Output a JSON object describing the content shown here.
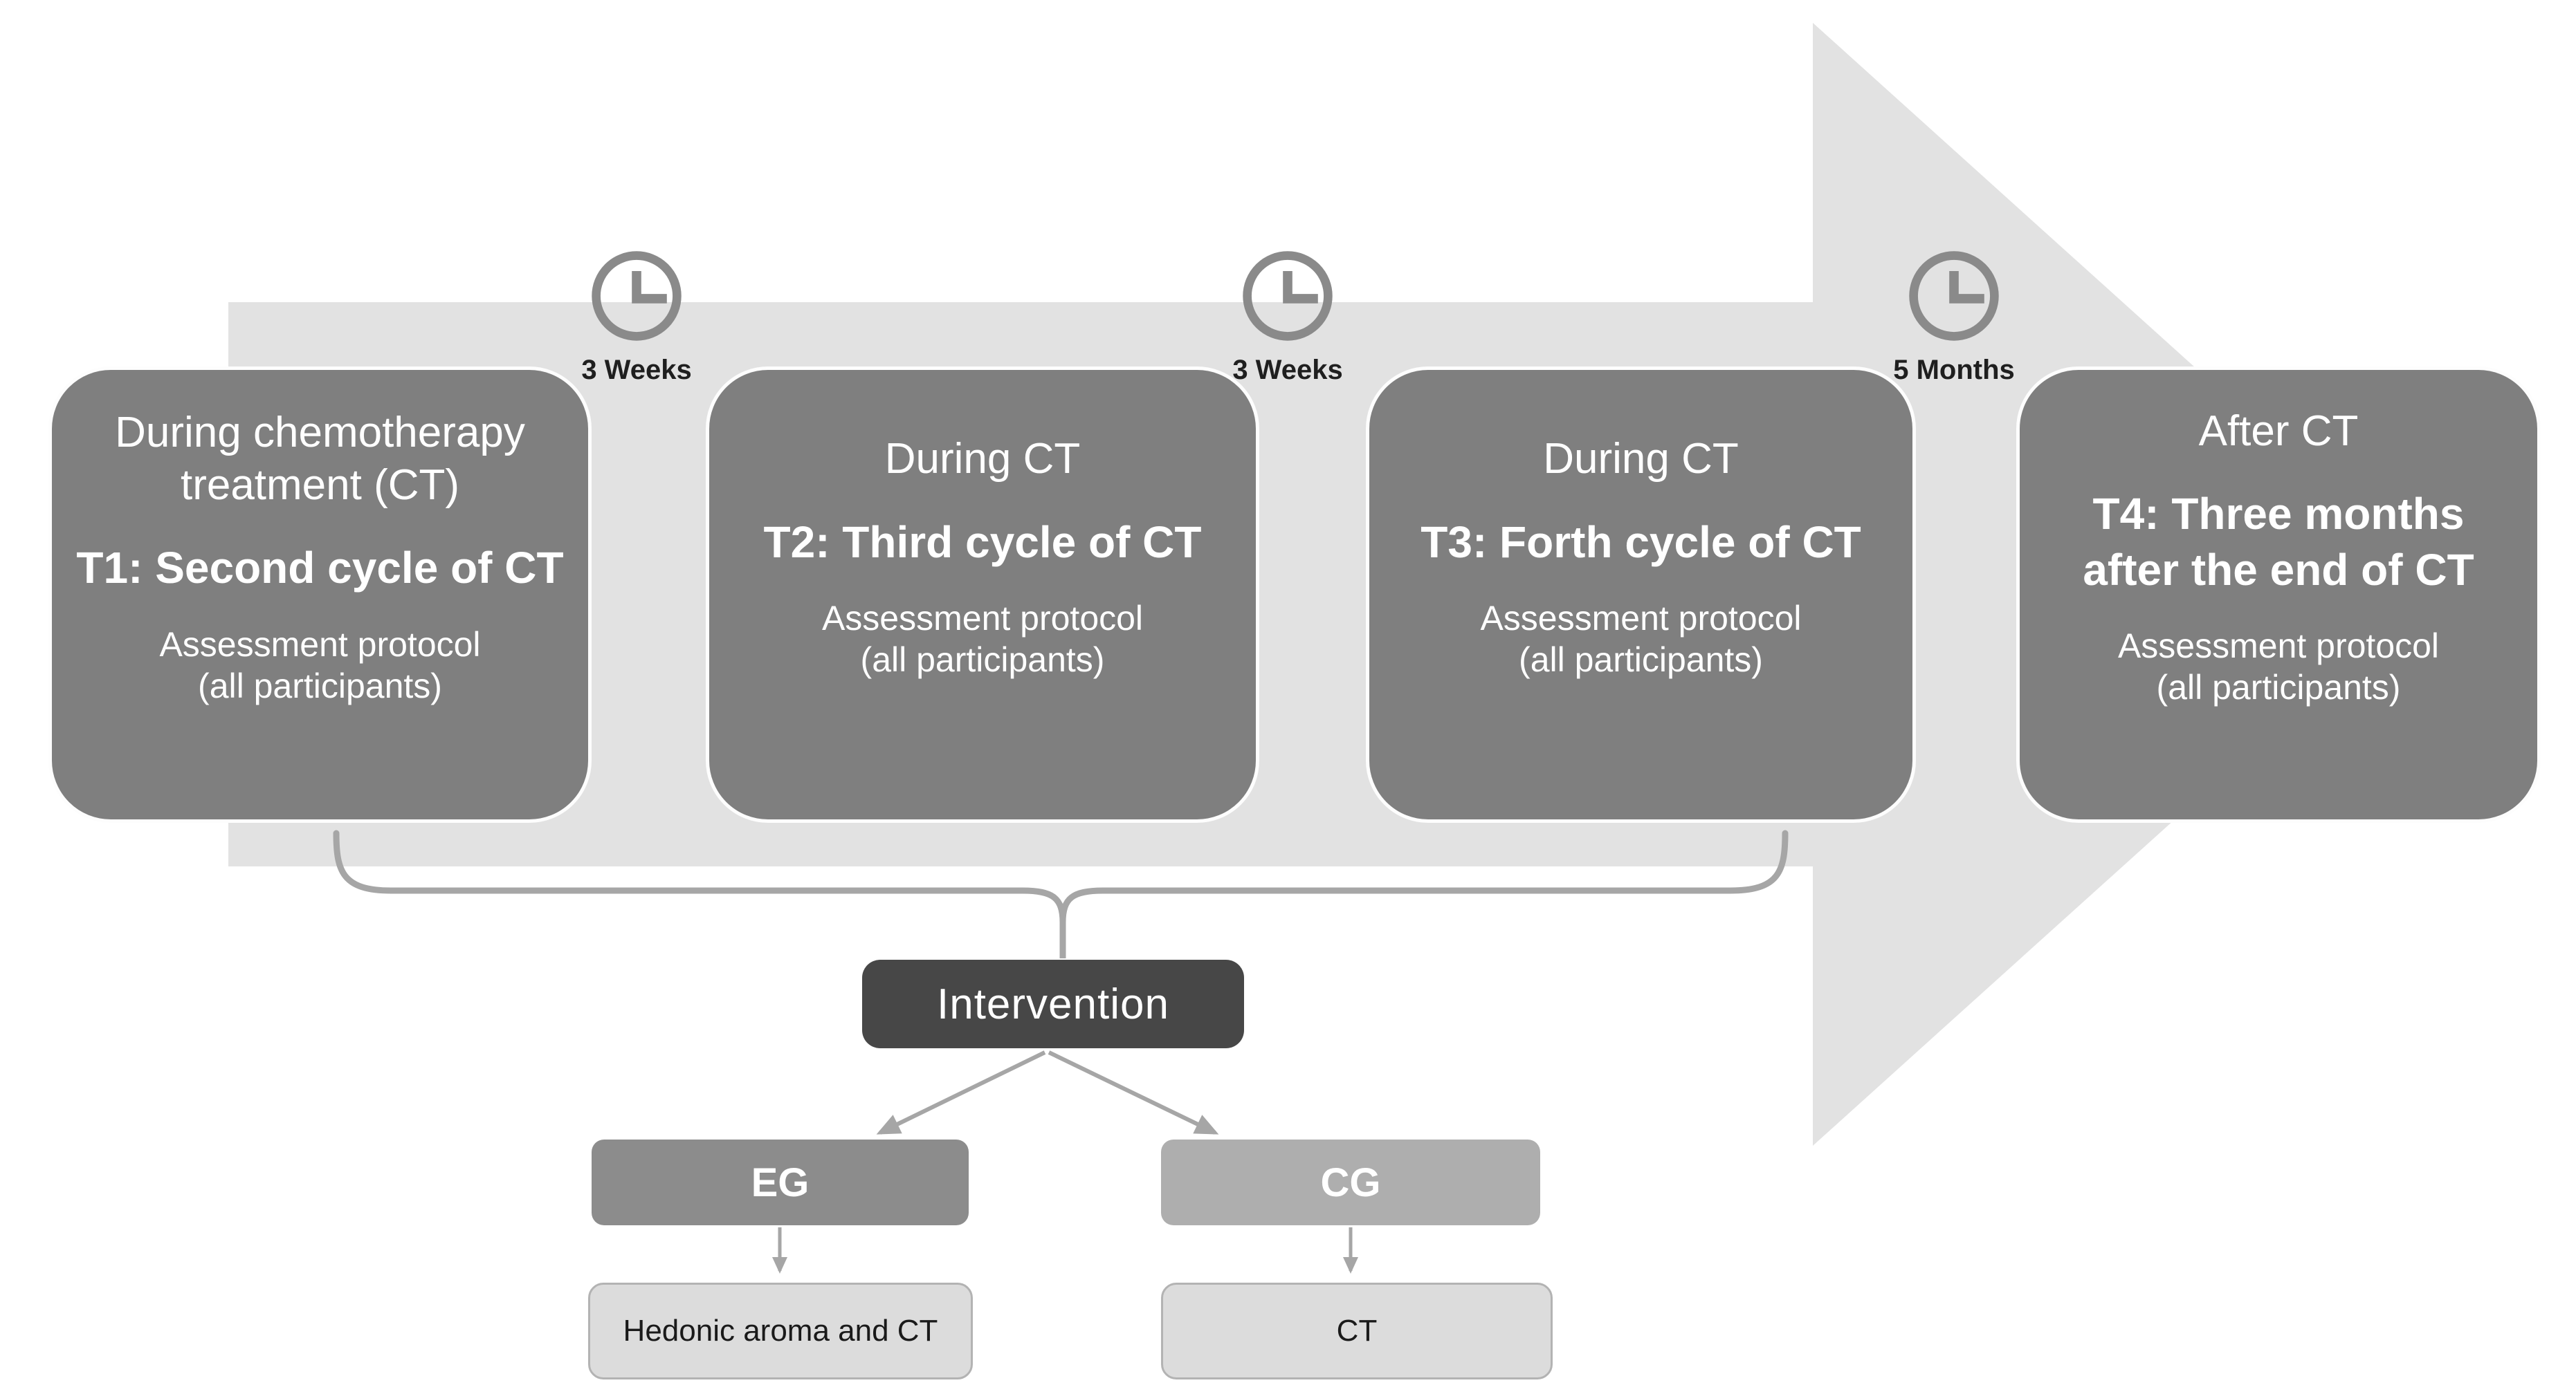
{
  "diagram": {
    "stages": [
      {
        "title": "During chemotherapy treatment (CT)",
        "milestone": "T1: Second cycle of CT",
        "note_line1": "Assessment protocol",
        "note_line2": "(all participants)"
      },
      {
        "title": "During CT",
        "milestone": "T2: Third cycle of CT",
        "note_line1": "Assessment protocol",
        "note_line2": "(all participants)"
      },
      {
        "title": "During CT",
        "milestone": "T3: Forth cycle of CT",
        "note_line1": "Assessment protocol",
        "note_line2": "(all participants)"
      },
      {
        "title": "After CT",
        "milestone": "T4: Three months after the end of CT",
        "note_line1": "Assessment protocol",
        "note_line2": "(all participants)"
      }
    ],
    "intervals": [
      {
        "icon": "clock-icon",
        "label": "3 Weeks"
      },
      {
        "icon": "clock-icon",
        "label": "3 Weeks"
      },
      {
        "icon": "clock-icon",
        "label": "5 Months"
      }
    ],
    "intervention_label": "Intervention",
    "groups": [
      {
        "code": "EG",
        "treatment": "Hedonic aroma and CT"
      },
      {
        "code": "CG",
        "treatment": "CT"
      }
    ],
    "colors": {
      "arrow_band": "#e2e2e2",
      "stage_box": "#7f7f7f",
      "stage_text": "#ffffff",
      "intervention_box": "#474747",
      "eg_box": "#8c8c8c",
      "cg_box": "#aeaeae",
      "treatment_box": "#dcdcdc",
      "treatment_border": "#b3b3b3",
      "connector": "#a6a6a6",
      "clock": "#8a8a8a",
      "interval_text": "#1f1f1f"
    }
  }
}
